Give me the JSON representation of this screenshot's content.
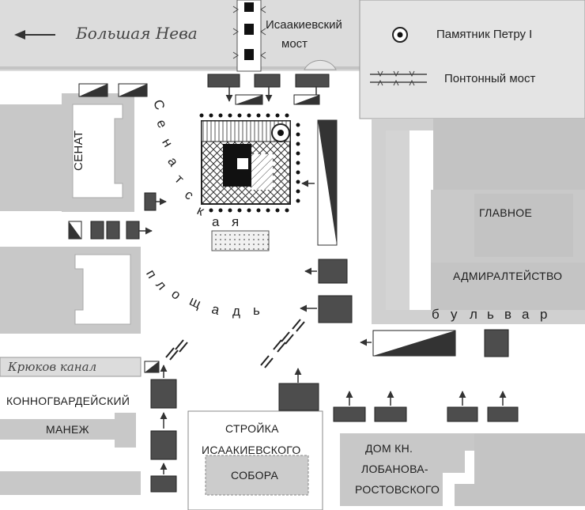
{
  "river": {
    "name": "Большая Нева"
  },
  "bridge": {
    "line1": "Исаакиевский",
    "line2": "мост"
  },
  "legend": {
    "monument": "Памятник Петру I",
    "pontoon": "Понтонный мост"
  },
  "buildings": {
    "senate": "СЕНАТ",
    "admiralty_line1": "ГЛАВНОЕ",
    "admiralty_line2": "АДМИРАЛТЕЙСТВО",
    "manege_line1": "КОННОГВАРДЕЙСКИЙ",
    "manege_line2": "МАНЕЖ",
    "cathedral_line1": "СТРОЙКА",
    "cathedral_line2": "ИСААКИЕВСКОГО",
    "cathedral_line3": "СОБОРА",
    "lobanov_line1": "ДОМ КН.",
    "lobanov_line2": "ЛОБАНОВА-",
    "lobanov_line3": "РОСТОВСКОГО"
  },
  "canal": {
    "name": "Крюков канал"
  },
  "square": {
    "letters": [
      "С",
      "е",
      "н",
      "а",
      "т",
      "с",
      "к",
      "а",
      "я",
      "п",
      "л",
      "о",
      "щ",
      "а",
      "д",
      "ь"
    ]
  },
  "boulevard": {
    "letters": [
      "б",
      "у",
      "л",
      "ь",
      "в",
      "а",
      "р"
    ]
  },
  "colors": {
    "water": "#dcdcdc",
    "building": "#c8c8c8",
    "troops": "#4d4d4d",
    "ink": "#222222"
  },
  "icons": [
    "left-arrow-icon",
    "monument-icon",
    "pontoon-bridge-icon",
    "troop-arrow-icon"
  ]
}
